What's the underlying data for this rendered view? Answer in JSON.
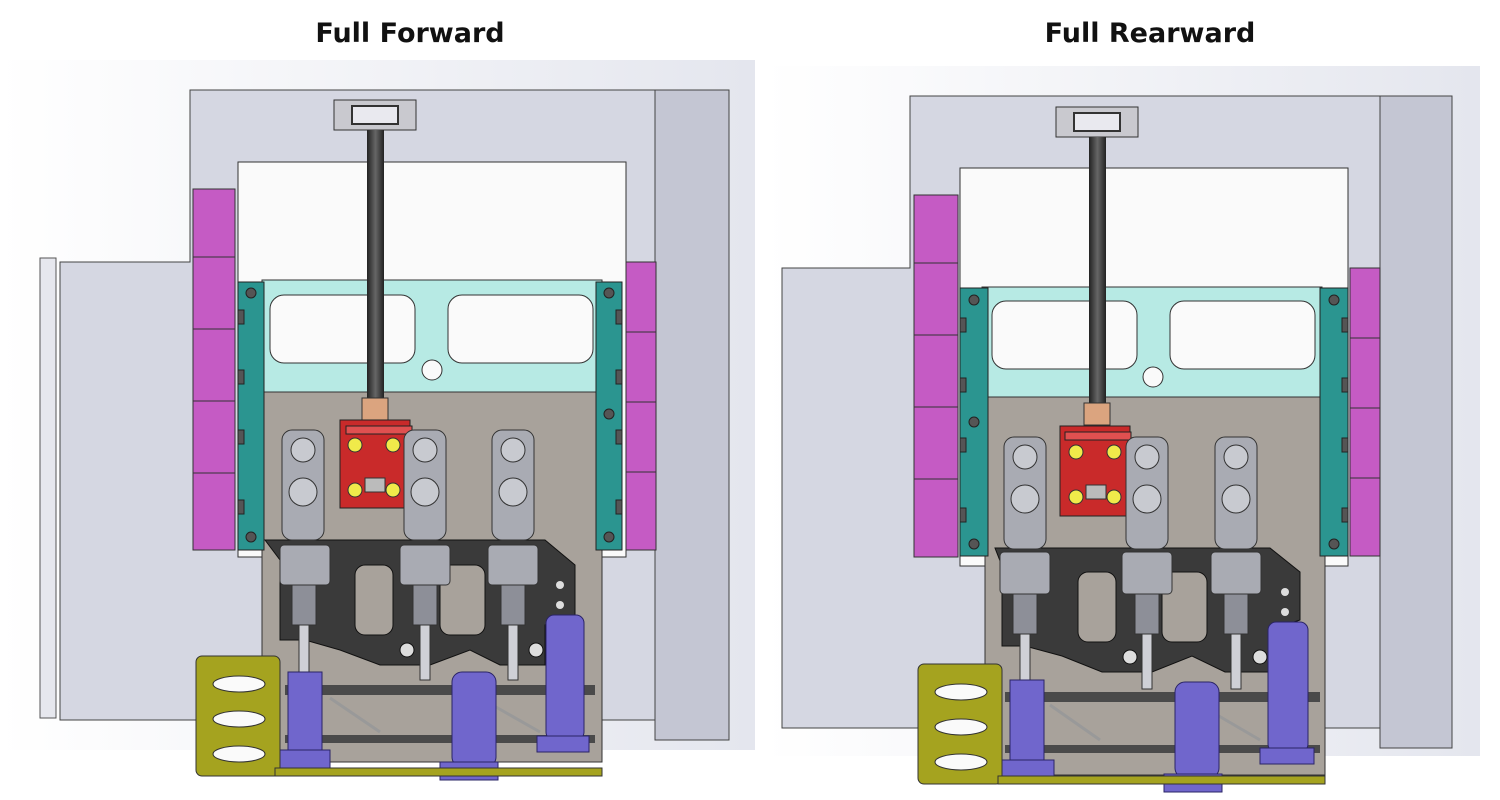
{
  "panels": [
    {
      "id": "left",
      "title": "Full Forward"
    },
    {
      "id": "right",
      "title": "Full Rearward"
    }
  ],
  "colors": {
    "housing": "#d5d7e2",
    "housing_shade": "#c4c6d3",
    "inner_window": "#fafafa",
    "top_plate": "#b7eae4",
    "side_rail": "#2b9590",
    "bumper": "#c55bc4",
    "base_plate": "#a8a29b",
    "pedal_frame": "#3a3a3a",
    "master_cylinder": "#a9abb3",
    "actuator": "#7066cc",
    "heel_rest": "#a5a31f",
    "adjuster_block": "#c92a2a",
    "lead_screw": "#3d3d3d",
    "nut": "#dba47f"
  },
  "icons": [
    "lead-screw-icon",
    "master-cylinder-icon",
    "pedal-actuator-icon",
    "heel-rest-icon"
  ]
}
